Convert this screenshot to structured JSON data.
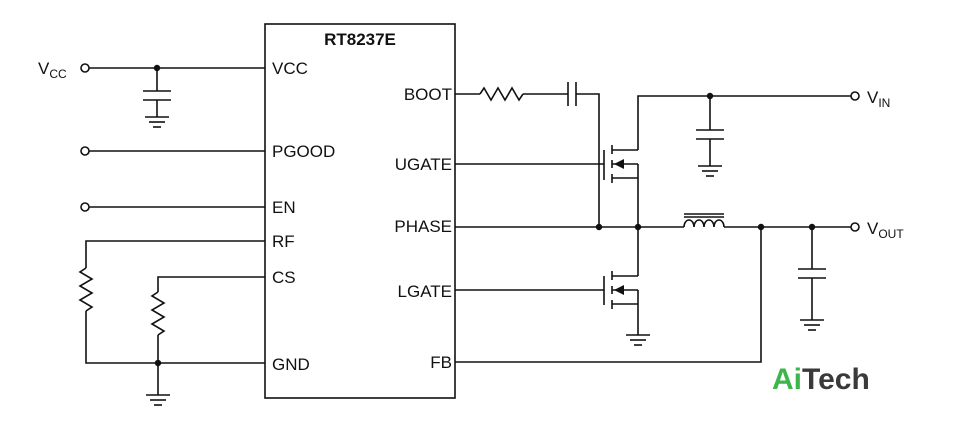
{
  "chip": {
    "name": "RT8237E",
    "left_pins": [
      "VCC",
      "PGOOD",
      "EN",
      "RF",
      "CS",
      "GND"
    ],
    "right_pins": [
      "BOOT",
      "UGATE",
      "PHASE",
      "LGATE",
      "FB"
    ]
  },
  "terminals": {
    "vcc": {
      "main": "V",
      "sub": "CC"
    },
    "vin": {
      "main": "V",
      "sub": "IN"
    },
    "vout": {
      "main": "V",
      "sub": "OUT"
    }
  },
  "logo": {
    "part1": "Ai",
    "part2": "Tech",
    "color1": "#3cb54a",
    "color2": "#3a3a3a"
  }
}
